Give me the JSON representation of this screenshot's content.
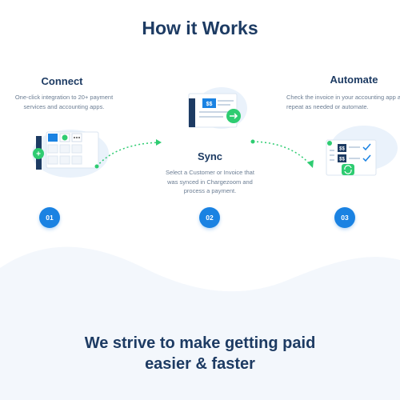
{
  "header": {
    "title": "How it Works"
  },
  "steps": [
    {
      "title": "Connect",
      "description": "One-click integration to 20+ payment services and accounting apps.",
      "number": "01"
    },
    {
      "title": "Sync",
      "description": "Select a Customer or Invoice that was synced in Chargezoom and process a payment.",
      "number": "02"
    },
    {
      "title": "Automate",
      "description": "Check the invoice in your accounting app as paid, repeat as needed or automate.",
      "number": "03"
    }
  ],
  "illustrations": {
    "sync_badge_text": "$$",
    "automate_badge_text": "$$"
  },
  "tagline": {
    "line1": "We strive to make getting paid",
    "line2": "easier & faster"
  },
  "colors": {
    "accent": "#1a82e2",
    "green": "#2ecc71",
    "navy": "#1d3b63",
    "blob": "#eaf2fb"
  }
}
